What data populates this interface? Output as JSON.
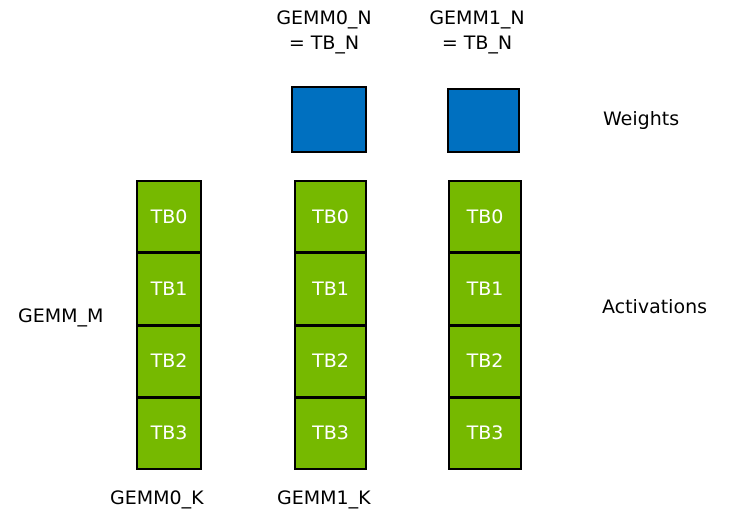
{
  "diagram": {
    "colors": {
      "weights_fill": "#0070C0",
      "activations_fill": "#76B900",
      "border": "#000000",
      "cell_text": "#ffffff",
      "label_text": "#000000",
      "background": "#ffffff"
    },
    "top_labels": [
      {
        "line1": "GEMM0_N",
        "line2": "= TB_N"
      },
      {
        "line1": "GEMM1_N",
        "line2": "= TB_N"
      }
    ],
    "weights_label": "Weights",
    "activations_label": "Activations",
    "gemm_m_label": "GEMM_M",
    "bottom_labels": [
      "GEMM0_K",
      "GEMM1_K"
    ],
    "columns": [
      {
        "cells": [
          "TB0",
          "TB1",
          "TB2",
          "TB3"
        ]
      },
      {
        "cells": [
          "TB0",
          "TB1",
          "TB2",
          "TB3"
        ]
      },
      {
        "cells": [
          "TB0",
          "TB1",
          "TB2",
          "TB3"
        ]
      }
    ]
  }
}
